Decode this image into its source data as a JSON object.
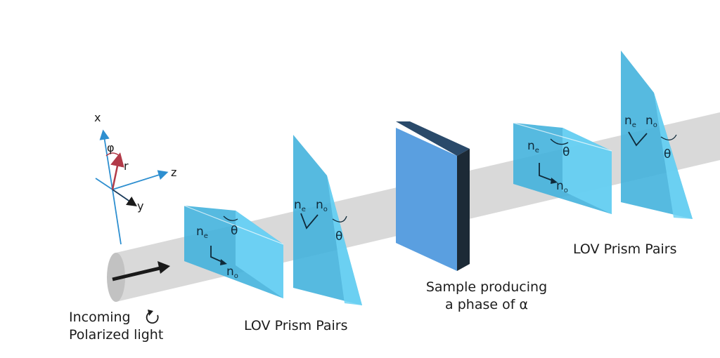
{
  "axes": {
    "x": "x",
    "y": "y",
    "z": "z",
    "phi": "φ",
    "r": "r"
  },
  "prism_symbols": {
    "n": "n",
    "sub_e": "e",
    "sub_o": "o",
    "theta": "θ"
  },
  "labels": {
    "incoming_line1": "Incoming",
    "incoming_line2": "Polarized light",
    "lov_pair_1": "LOV Prism Pairs",
    "sample_line1": "Sample producing",
    "sample_line2": "a phase of α",
    "lov_pair_2": "LOV Prism Pairs"
  },
  "colors": {
    "beam": "#d2d2d2",
    "prism_face": "#3fb1dc",
    "prism_side": "#6fd3f5",
    "sample_front": "#5a9fe0",
    "sample_edge": "#1c2a36",
    "axis_line": "#2e8fd0",
    "vector_r": "#b23a48"
  }
}
